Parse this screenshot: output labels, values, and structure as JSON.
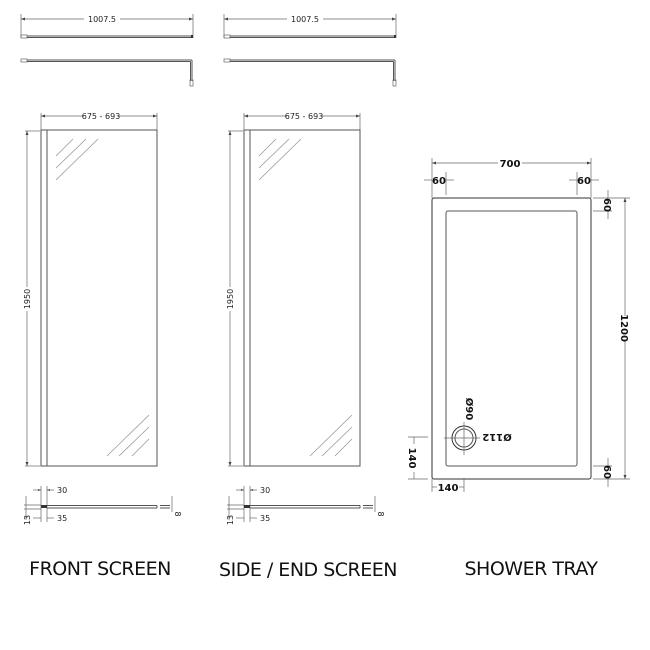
{
  "front_screen": {
    "caption": "FRONT SCREEN",
    "support_bar_length": "1007.5",
    "width_range": "675 - 693",
    "height": "1950",
    "profile_depth": "30",
    "profile_width": "35",
    "profile_height": "13",
    "glass_thickness": "8"
  },
  "side_screen": {
    "caption": "SIDE / END SCREEN",
    "support_bar_length": "1007.5",
    "width_range": "675 - 693",
    "height": "1950",
    "profile_depth": "30",
    "profile_width": "35",
    "profile_height": "13",
    "glass_thickness": "8"
  },
  "shower_tray": {
    "caption": "SHOWER TRAY",
    "width": "700",
    "length": "1200",
    "rim_left": "60",
    "rim_right": "60",
    "rim_top": "60",
    "rim_bottom": "60",
    "waste_outer_diameter": "Ø112",
    "waste_inner_diameter": "Ø90",
    "waste_offset_x": "140",
    "waste_offset_y": "140"
  },
  "colors": {
    "line": "#555555",
    "text": "#111111",
    "background": "#ffffff"
  }
}
